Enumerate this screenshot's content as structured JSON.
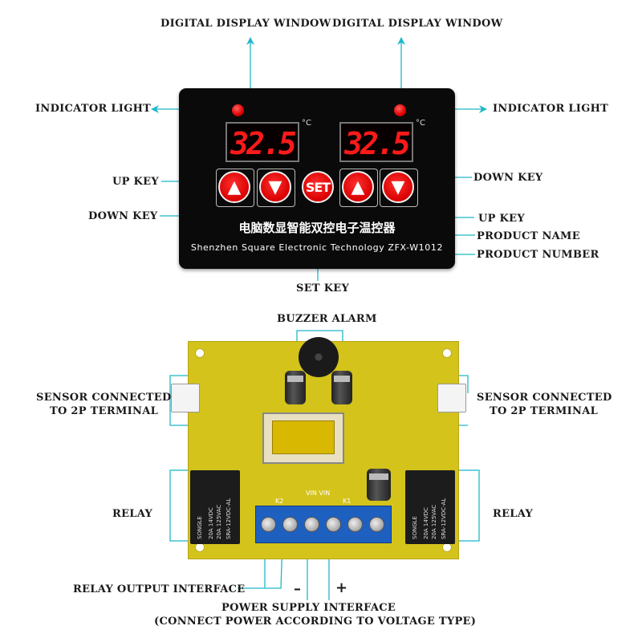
{
  "top": {
    "display_window_left": "DIGITAL DISPLAY WINDOW",
    "display_window_right": "DIGITAL DISPLAY WINDOW",
    "indicator_left": "INDICATOR LIGHT",
    "indicator_right": "INDICATOR LIGHT",
    "up_key_left": "UP KEY",
    "down_key_left": "DOWN KEY",
    "down_key_right": "DOWN KEY",
    "up_key_right": "UP KEY",
    "product_name": "PRODUCT NAME",
    "product_number": "PRODUCT NUMBER",
    "set_key": "SET KEY"
  },
  "panel": {
    "display_left": "32.5",
    "display_right": "32.5",
    "degree": "°C",
    "set_button": "SET",
    "up_glyph": "▲",
    "down_glyph": "▼",
    "chinese_name": "电脑数显智能双控电子温控器",
    "english_name": "Shenzhen Square Electronic Technology ZFX-W1012"
  },
  "bottom": {
    "buzzer": "BUZZER ALARM",
    "sensor_left_1": "SENSOR CONNECTED",
    "sensor_left_2": "TO 2P TERMINAL",
    "sensor_right_1": "SENSOR CONNECTED",
    "sensor_right_2": "TO 2P TERMINAL",
    "relay_left": "RELAY",
    "relay_right": "RELAY",
    "relay_output": "RELAY OUTPUT INTERFACE",
    "minus": "–",
    "plus": "+",
    "power_supply_1": "POWER SUPPLY INTERFACE",
    "power_supply_2": "(CONNECT POWER ACCORDING TO VOLTAGE TYPE)"
  },
  "board": {
    "relay_brand": "SONGLE",
    "relay_line1": "20A 14VDC",
    "relay_line2": "20A 125VAC",
    "relay_model": "SRA-12VDC-AL",
    "silk_k2": "K2",
    "silk_vin": "VIN VIN",
    "silk_k1": "K1"
  },
  "colors": {
    "callout_line": "#1fb8c8",
    "panel": "#0a0a0a",
    "display_digits": "#ff1a1a",
    "pcb": "#d4c31a",
    "terminal_block": "#1e60c0"
  }
}
